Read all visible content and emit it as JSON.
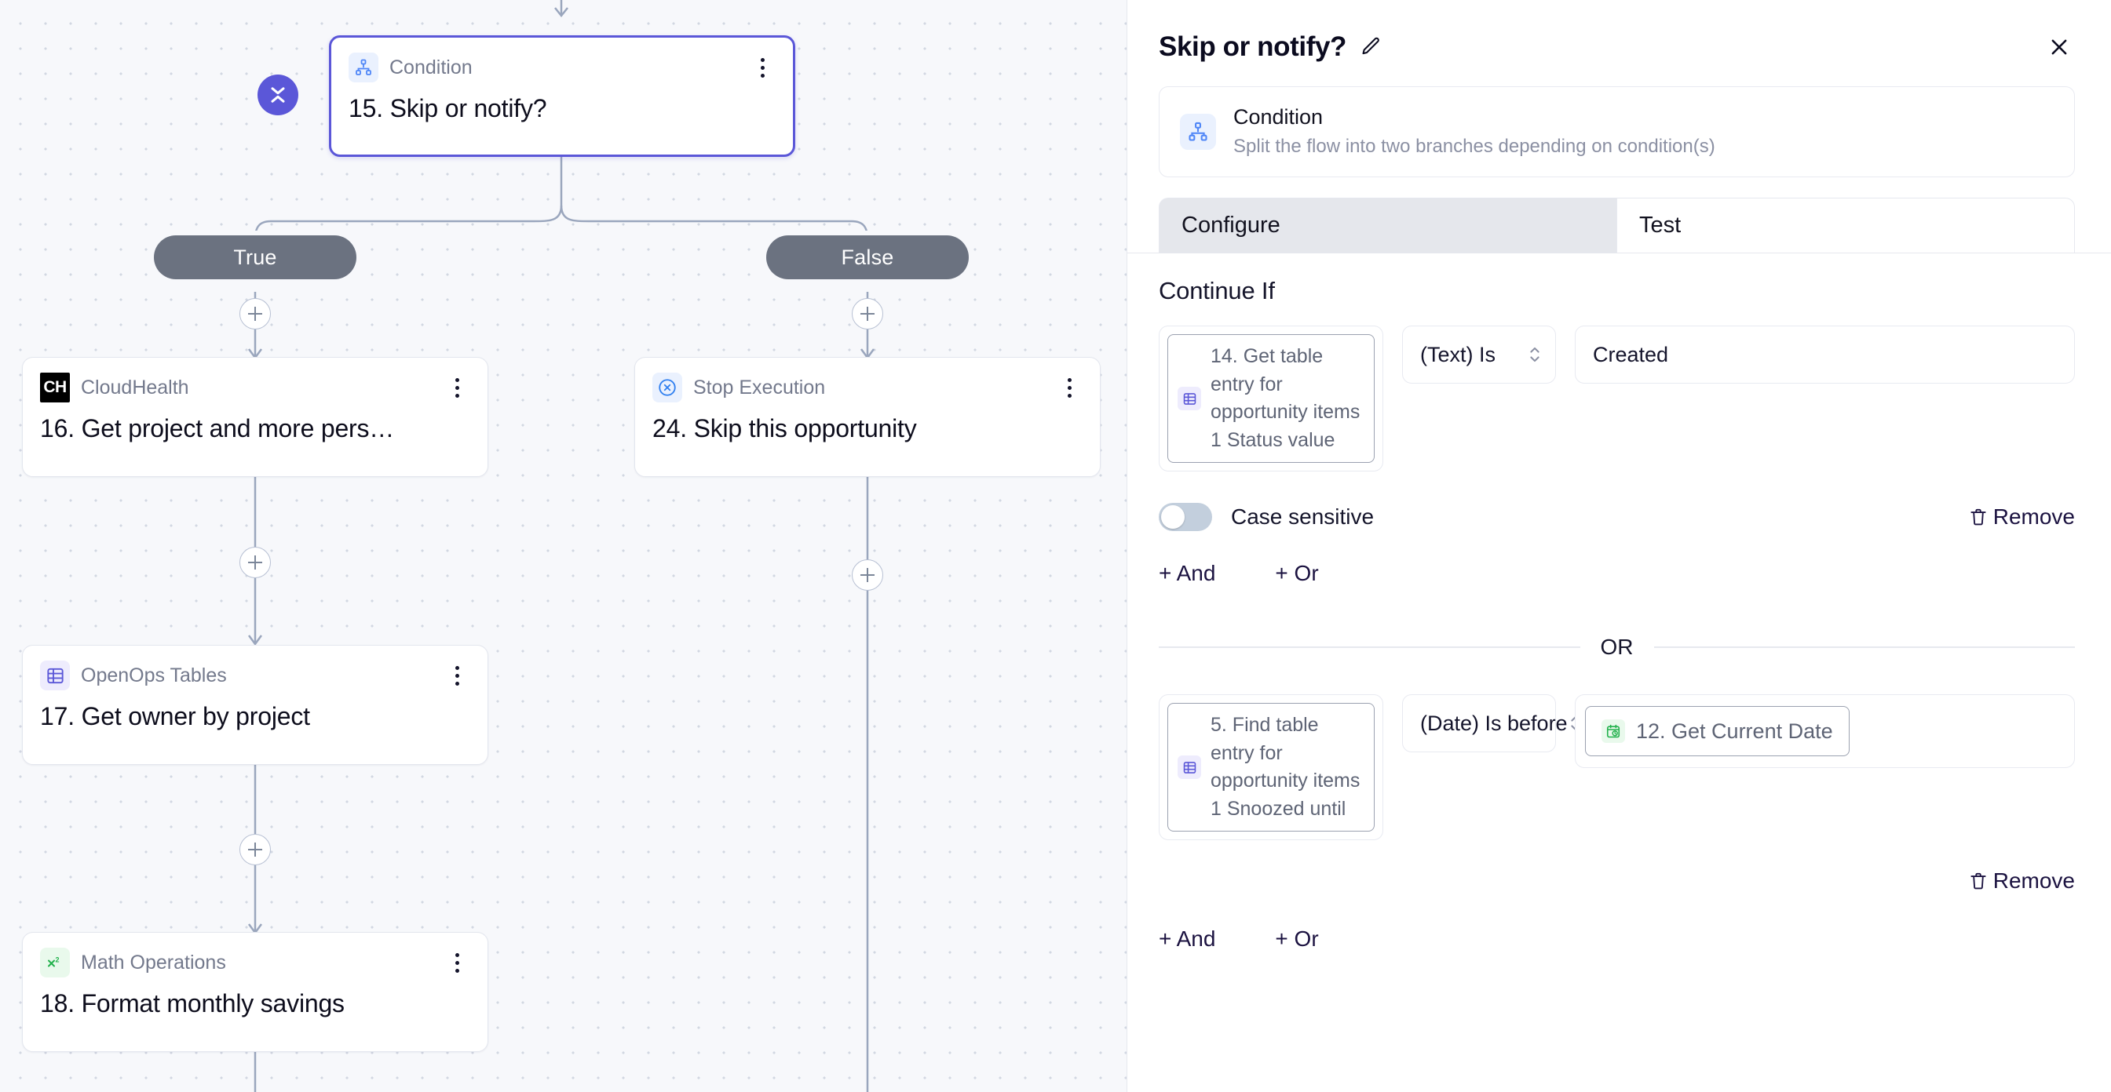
{
  "canvas": {
    "collapse_button": {
      "icon": "collapse-chevrons-icon"
    },
    "selected_node": {
      "piece_name": "Condition",
      "title": "15. Skip or notify?",
      "icon": "condition-hierarchy-icon"
    },
    "branches": [
      {
        "label": "True"
      },
      {
        "label": "False"
      }
    ],
    "nodes": [
      {
        "piece_name": "CloudHealth",
        "title": "16. Get project and more pers…",
        "icon": "cloudhealth-logo-icon",
        "badge": "CH"
      },
      {
        "piece_name": "Stop Execution",
        "title": "24. Skip this opportunity",
        "icon": "stop-execution-icon"
      },
      {
        "piece_name": "OpenOps Tables",
        "title": "17. Get owner by project",
        "icon": "table-icon"
      },
      {
        "piece_name": "Math Operations",
        "title": "18. Format monthly savings",
        "icon": "math-x-squared-icon"
      }
    ]
  },
  "panel": {
    "title": "Skip or notify?",
    "edit_icon": "pencil-icon",
    "close_icon": "close-icon",
    "piece": {
      "name": "Condition",
      "description": "Split the flow into two branches depending on condition(s)",
      "icon": "condition-hierarchy-icon"
    },
    "tabs": [
      {
        "label": "Configure",
        "active": true
      },
      {
        "label": "Test",
        "active": false
      }
    ],
    "section_label": "Continue If",
    "or_divider_label": "OR",
    "groups": [
      {
        "operand_chip": {
          "text": "14. Get table entry for opportunity items 1 Status value",
          "icon": "table-icon"
        },
        "operator": "(Text) Is",
        "value_type": "text",
        "value": "Created",
        "case_sensitive": {
          "label": "Case sensitive",
          "on": false
        },
        "remove_label": "Remove",
        "add_and_label": "+ And",
        "add_or_label": "+ Or"
      },
      {
        "operand_chip": {
          "text": "5. Find table entry for opportunity items 1 Snoozed until",
          "icon": "table-icon"
        },
        "operator": "(Date) Is before",
        "value_type": "chip",
        "value_chip": {
          "text": "12. Get Current Date",
          "icon": "calendar-clock-icon"
        },
        "remove_label": "Remove",
        "add_and_label": "+ And",
        "add_or_label": "+ Or"
      }
    ]
  },
  "colors": {
    "accent": "#5b57d8",
    "branch_pill": "#6b7280",
    "canvas_bg": "#f7f8fb",
    "tab_active": "#e5e7ec"
  }
}
